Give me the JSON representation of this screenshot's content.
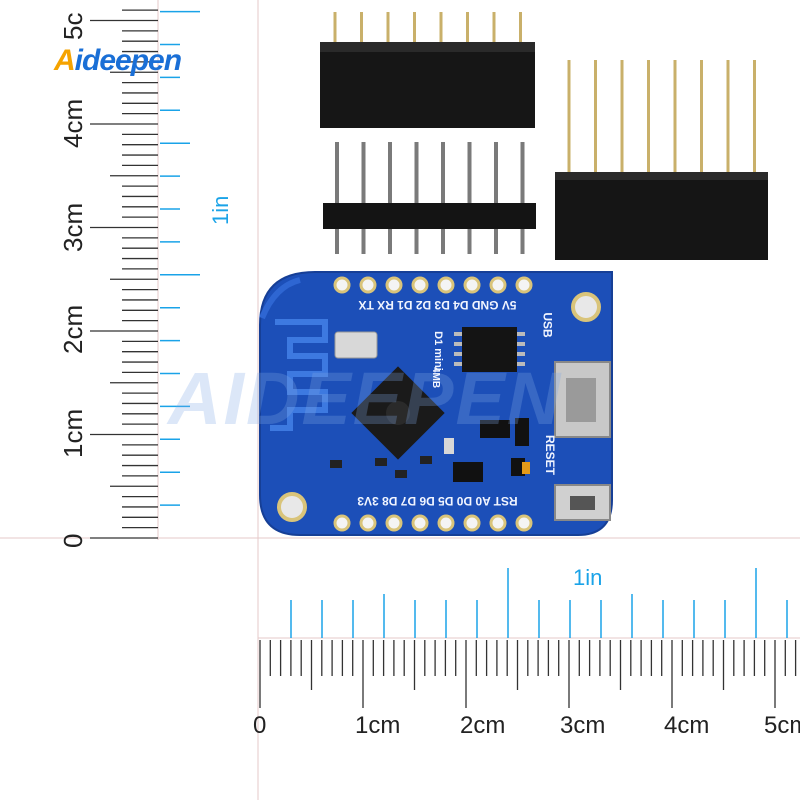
{
  "brand": {
    "first_letter": "A",
    "rest": "ideepen"
  },
  "watermark": {
    "text": "AIDEEPEN"
  },
  "left_ruler": {
    "labels": [
      "5c",
      "4cm",
      "3cm",
      "2cm",
      "1cm",
      "0"
    ],
    "inch_label": "1in"
  },
  "bottom_ruler": {
    "labels": [
      "0",
      "1cm",
      "2cm",
      "3cm",
      "4cm",
      "5cm"
    ],
    "inch_label": "1in"
  },
  "board": {
    "top_pins": "5V GND D4 D3 D2 D1 RX TX",
    "bottom_pins": "RST A0 D0 D5 D6 D7 D8 3V3",
    "usb_label": "USB",
    "reset_label": "RESET",
    "chip_side_label": "D1 mini",
    "memory_label": "4MB"
  },
  "colors": {
    "pcb": "#1c4fb8",
    "header": "#1a1a1a",
    "pin": "#c9b06a",
    "ruler_cyan": "#1aa3e8"
  }
}
